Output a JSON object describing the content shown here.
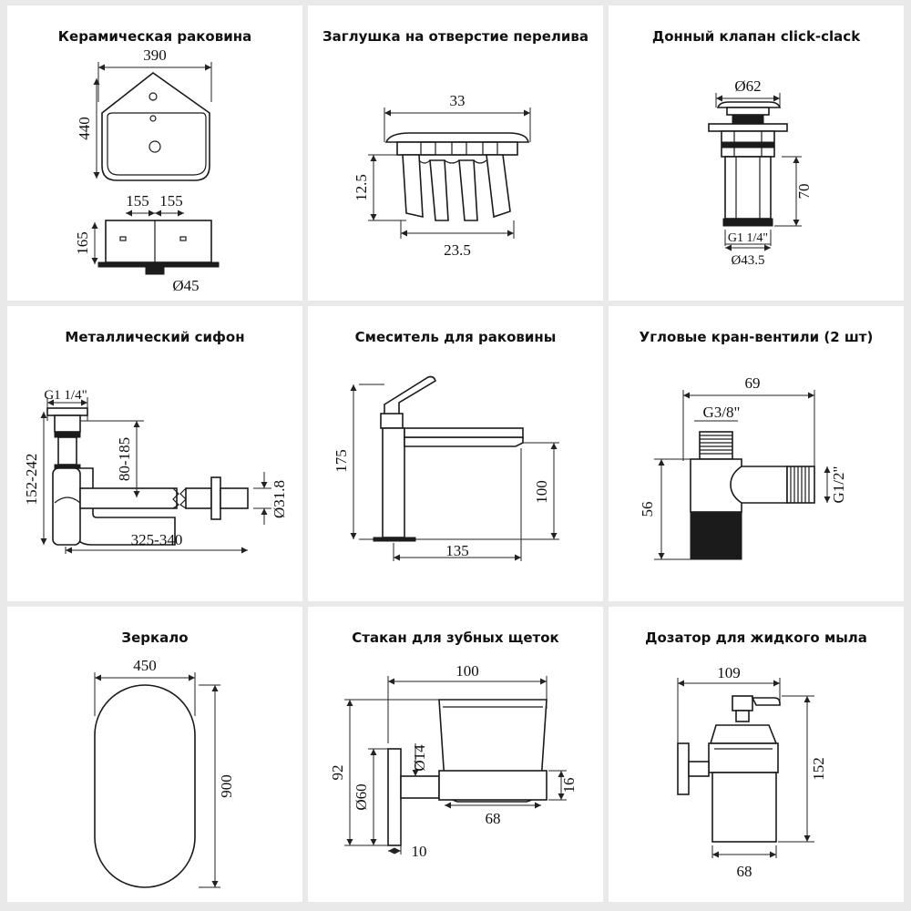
{
  "cards": [
    {
      "title": "Керамическая раковина",
      "dims": [
        "390",
        "440",
        "155",
        "155",
        "165",
        "Ø45"
      ]
    },
    {
      "title": "Заглушка на отверстие перелива",
      "dims": [
        "33",
        "12.5",
        "23.5"
      ]
    },
    {
      "title": "Донный клапан click-clack",
      "dims": [
        "Ø62",
        "70",
        "G1 1/4\"",
        "Ø43.5"
      ]
    },
    {
      "title": "Металлический сифон",
      "dims": [
        "G1 1/4\"",
        "152-242",
        "80-185",
        "Ø31.8",
        "325-340"
      ]
    },
    {
      "title": "Смеситель для раковины",
      "dims": [
        "175",
        "100",
        "135"
      ]
    },
    {
      "title": "Угловые кран-вентили (2 шт)",
      "dims": [
        "69",
        "G3/8\"",
        "56",
        "G1/2\""
      ]
    },
    {
      "title": "Зеркало",
      "dims": [
        "450",
        "900"
      ]
    },
    {
      "title": "Стакан для зубных щеток",
      "dims": [
        "100",
        "92",
        "Ø60",
        "Ø14",
        "16",
        "68",
        "10"
      ]
    },
    {
      "title": "Дозатор для жидкого мыла",
      "dims": [
        "109",
        "152",
        "68"
      ]
    }
  ]
}
